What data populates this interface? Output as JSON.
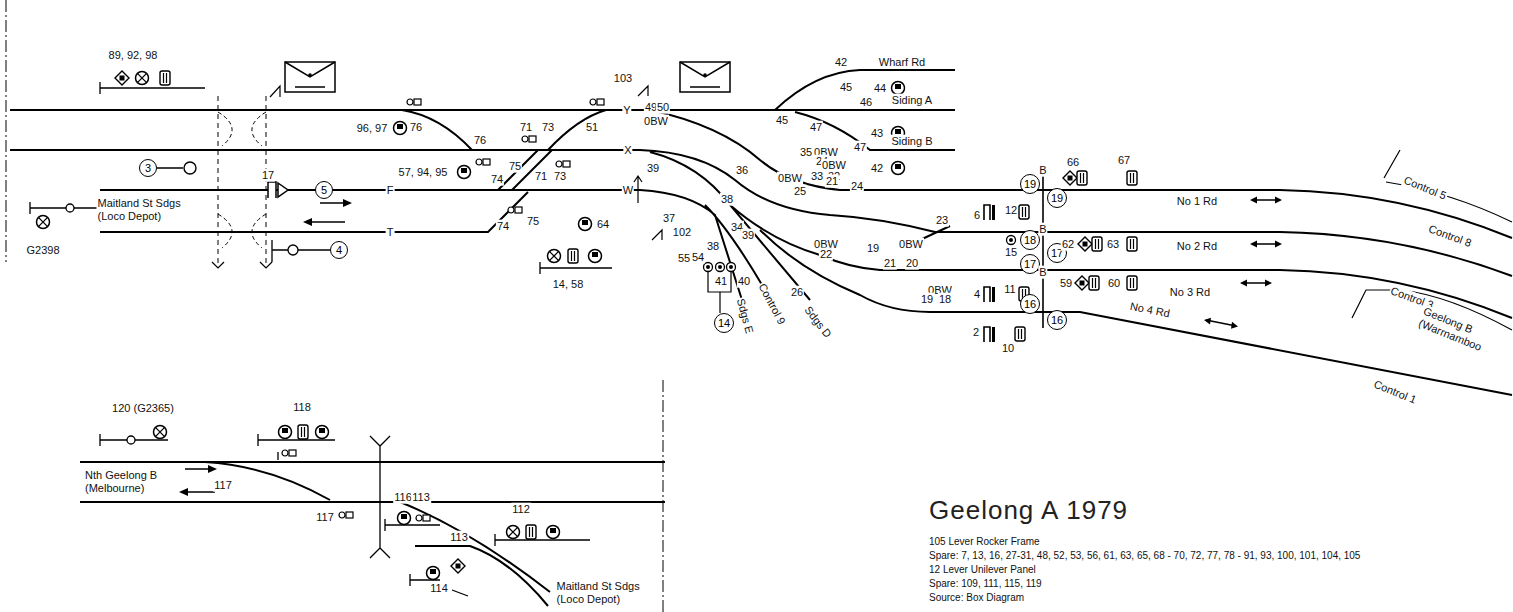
{
  "diagram": {
    "title": "Geelong A 1979",
    "nodes": [
      {
        "text": [
          "3"
        ]
      },
      {
        "text": [
          "19"
        ]
      },
      {
        "text": [
          "5"
        ]
      },
      {
        "text": [
          "19"
        ]
      },
      {
        "text": [
          "18"
        ]
      },
      {
        "text": [
          "4"
        ]
      },
      {
        "text": [
          "17"
        ]
      },
      {
        "text": [
          "17"
        ]
      },
      {
        "text": [
          "16"
        ]
      },
      {
        "text": [
          "16"
        ]
      },
      {
        "text": [
          "14"
        ]
      }
    ],
    "labels": [
      "89, 92, 98",
      "96, 97",
      "76",
      "76",
      "71",
      "73",
      "51",
      "57, 94, 95",
      "75",
      "74",
      "71",
      "73",
      "17",
      "F",
      "T",
      "74",
      "75",
      "64",
      "14, 58",
      "Y",
      "X",
      "W",
      "103",
      "49",
      "50",
      "0BW",
      "42",
      "Wharf Rd",
      "45",
      "44",
      "Siding A",
      "46",
      "45",
      "47",
      "43",
      "47",
      "Siding B",
      "42",
      "39",
      "36",
      "35",
      "0BW",
      "24",
      "0BW",
      "33",
      "32",
      "0BW",
      "25",
      "21",
      "24",
      "38",
      "37",
      "102",
      "34",
      "39",
      "38",
      "55",
      "54",
      "41",
      "40",
      "Sdgs E",
      "Control 9",
      "Sdgs D",
      "26",
      "0BW",
      "22",
      "19",
      "0BW",
      "21",
      "20",
      "23",
      "6",
      "12",
      "15",
      "4",
      "11",
      "0BW",
      "19",
      "18",
      "2",
      "10",
      "B",
      "66",
      "67",
      "B",
      "62",
      "63",
      "B",
      "59",
      "60",
      "No 1 Rd",
      "No 2 Rd",
      "No 3 Rd",
      "No 4 Rd",
      "Control 5",
      "Control 8",
      "Control 3",
      "Geelong B (Warrnamboo",
      "Control 1",
      "G2398",
      "Maitland St Sdgs (Loco Depot)",
      "120 (G2365)",
      "118",
      "Nth Geelong B (Melbourne)",
      "117",
      "117",
      "116",
      "113",
      "112",
      "113",
      "114",
      "Maitland St Sdgs (Loco Depot)",
      "105 Lever Rocker Frame",
      "Spare: 7, 13, 16, 27-31, 48, 52, 53, 56, 61, 63, 65, 68 - 70, 72, 77, 78 - 91, 93, 100, 101, 104, 105",
      "12 Lever Unilever Panel",
      "Spare: 109, 111, 115, 119",
      "Source: Box Diagram"
    ]
  }
}
